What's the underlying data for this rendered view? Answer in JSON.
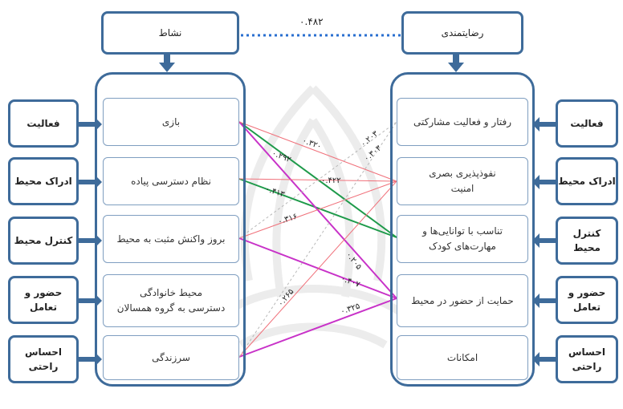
{
  "top_link": "۰.۴۸۲",
  "left_header": "نشاط",
  "right_header": "رضایتمندی",
  "left_items": [
    "بازی",
    "نظام دسترسی پیاده",
    "بروز واکنش مثبت به محیط",
    "محیط خانوادگی\nدسترسی به گروه همسالان",
    "سرزندگی"
  ],
  "right_items": [
    "رفتار و فعالیت مشارکتی",
    "نفوذپذیری بصری\nامنیت",
    "تناسب با توانایی‌ها و\nمهارت‌های کودک",
    "حمایت از حضور در محیط",
    "امکانات"
  ],
  "left_outer": [
    "فعالیت",
    "ادراک محیط",
    "کنترل محیط",
    "حضور و تعامل",
    "احساس راحتی"
  ],
  "right_outer": [
    "فعالیت",
    "ادراک محیط",
    "کنترل محیط",
    "حضور و تعامل",
    "احساس راحتی"
  ],
  "edge_labels": {
    "e1": "۰.۳۲۰",
    "e2": "۰.۲۹۲",
    "e3": "۰.۴۲۲",
    "e4": "۰.۴۱۳",
    "e5": "۰.۳۱۶",
    "e6": "۰.۲۰۳",
    "e7": "۰.۳۰۳",
    "e8": "۰.۲۰۵",
    "e9": "۰.۴۰۷",
    "e10": "۰.۲۶۵",
    "e11": "۰.۳۲۵"
  },
  "colors": {
    "box_border": "#3e6b9a",
    "red": "#f0707a",
    "green": "#1e9a4a",
    "magenta": "#c832c8",
    "dotted": "#2a6fd0"
  }
}
